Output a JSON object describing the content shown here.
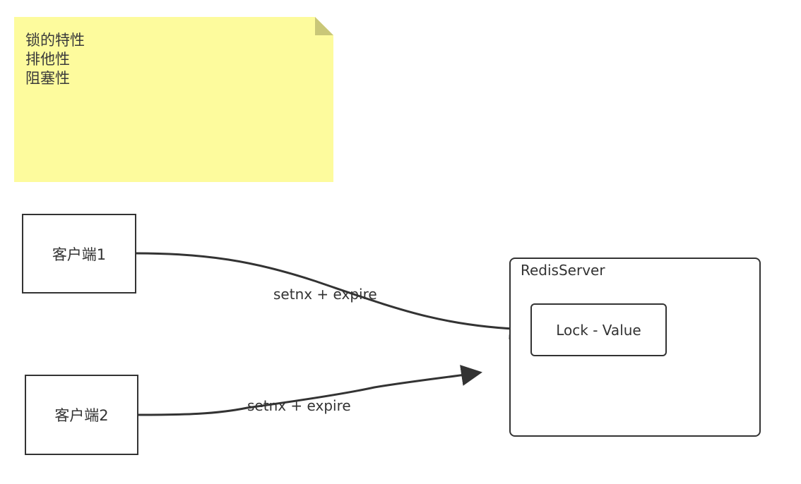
{
  "note": {
    "lines": [
      "锁的特性",
      "排他性",
      "阻塞性"
    ],
    "background": "#fdfb9d"
  },
  "nodes": {
    "client1": "客户端1",
    "client2": "客户端2",
    "redis_server": "RedisServer",
    "lock_value": "Lock - Value"
  },
  "edges": {
    "top_label": "setnx + expire",
    "bottom_label": "setnx + expire"
  },
  "colors": {
    "stroke": "#333333",
    "note_fold": "#c9c778"
  }
}
